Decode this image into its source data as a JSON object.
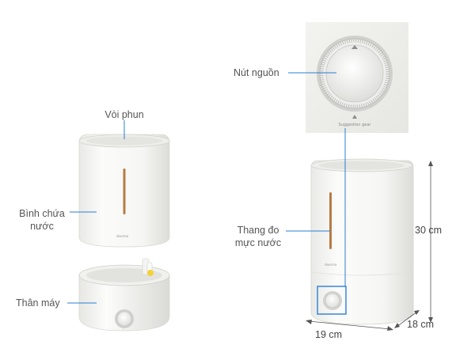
{
  "labels": {
    "voi_phun": "Vòi phun",
    "binh_chua_line1": "Bình chứa",
    "binh_chua_line2": "nước",
    "than_may": "Thân máy",
    "nut_nguon": "Nút nguồn",
    "thang_do_line1": "Thang đo",
    "thang_do_line2": "mực nước",
    "height": "30 cm",
    "width": "19 cm",
    "depth": "18 cm"
  },
  "product_marks": {
    "dial_caption": "Suggestion gear"
  },
  "colors": {
    "callout_line": "#2a7fd4",
    "body_white": "#f7f7f5",
    "water_level_strip": "#b77c45",
    "dial_ring": "#c8c8c8",
    "accent_yellow": "#f3d23a"
  }
}
